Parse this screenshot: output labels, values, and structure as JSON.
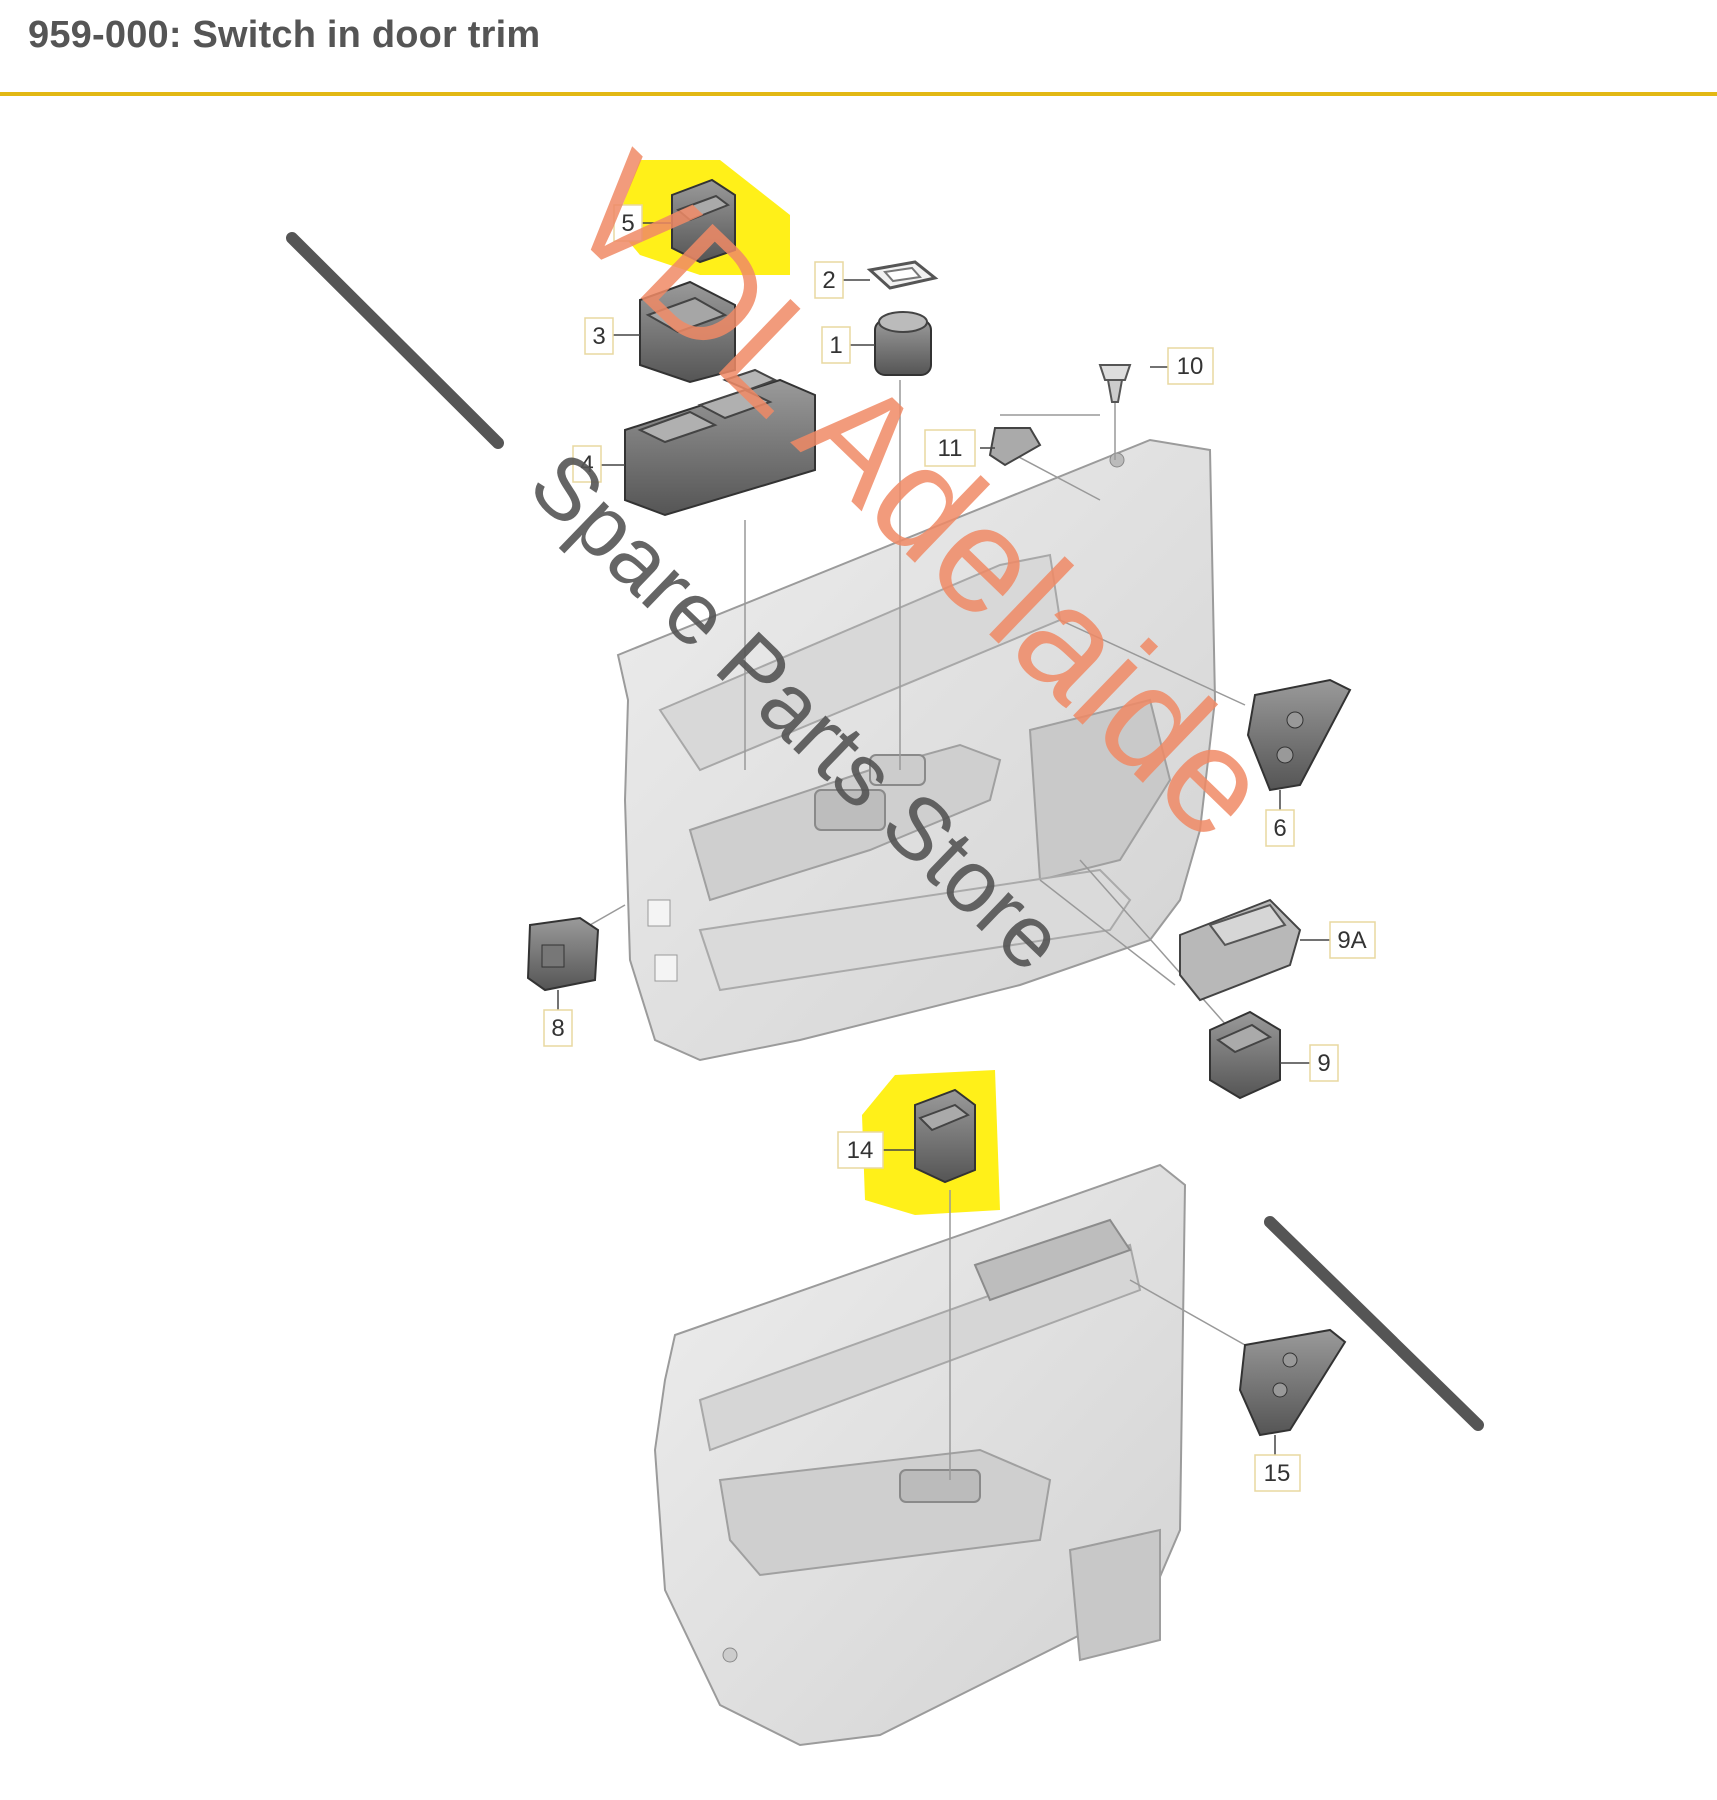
{
  "header": {
    "title": "959-000: Switch in door trim"
  },
  "colors": {
    "accent_line": "#e2b814",
    "highlight": "#ffee00",
    "watermark_red": "#f08a66",
    "watermark_gray": "#555555"
  },
  "callouts": {
    "c1": "1",
    "c2": "2",
    "c3": "3",
    "c4": "4",
    "c5": "5",
    "c6": "6",
    "c8": "8",
    "c9": "9",
    "c9a": "9A",
    "c10": "10",
    "c11": "11",
    "c14": "14",
    "c15": "15"
  },
  "watermark": {
    "line1": "VDL Adelaide",
    "line2": "Spare Parts Store"
  }
}
